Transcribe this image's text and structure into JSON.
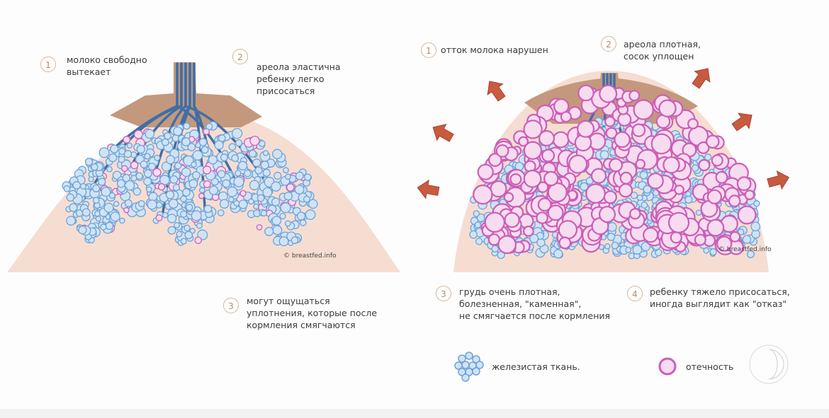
{
  "colors": {
    "skin": "#f6ddd2",
    "areola": "#c4987c",
    "duct": "#3f6fa7",
    "gland_fill": "#cfe3f5",
    "gland_stroke": "#6ea3d6",
    "edema_fill": "#f7dcf0",
    "edema_stroke": "#cc5eb6",
    "arrow": "#c85a40"
  },
  "left_panel": {
    "note1": {
      "number": "1",
      "text": "молоко свободно\nвытекает"
    },
    "note2": {
      "number": "2",
      "text": "ареола эластична\nребенку легко\nприсосаться"
    },
    "note3": {
      "number": "3",
      "text": "могут ощущаться\nуплотнения, которые после\nкормления смягчаются"
    },
    "credit": "© breastfed.info"
  },
  "right_panel": {
    "note1": {
      "number": "1",
      "text": "отток молока нарушен"
    },
    "note2": {
      "number": "2",
      "text": "ареола плотная,\nсосок уплощен"
    },
    "note3": {
      "number": "3",
      "text": "грудь очень плотная,\nболезненная, \"каменная\",\nне смягчается после кормления"
    },
    "note4": {
      "number": "4",
      "text": "ребенку тяжело присосаться,\nиногда выглядит как \"отказ\""
    },
    "credit": "© breastfed.info"
  },
  "legend": {
    "gland_label": "железистая ткань.",
    "gland_icon": "gland-cluster-icon",
    "edema_label": "отечность",
    "edema_icon": "edema-circle-icon"
  },
  "watermark_icon": "channel-logo-icon"
}
